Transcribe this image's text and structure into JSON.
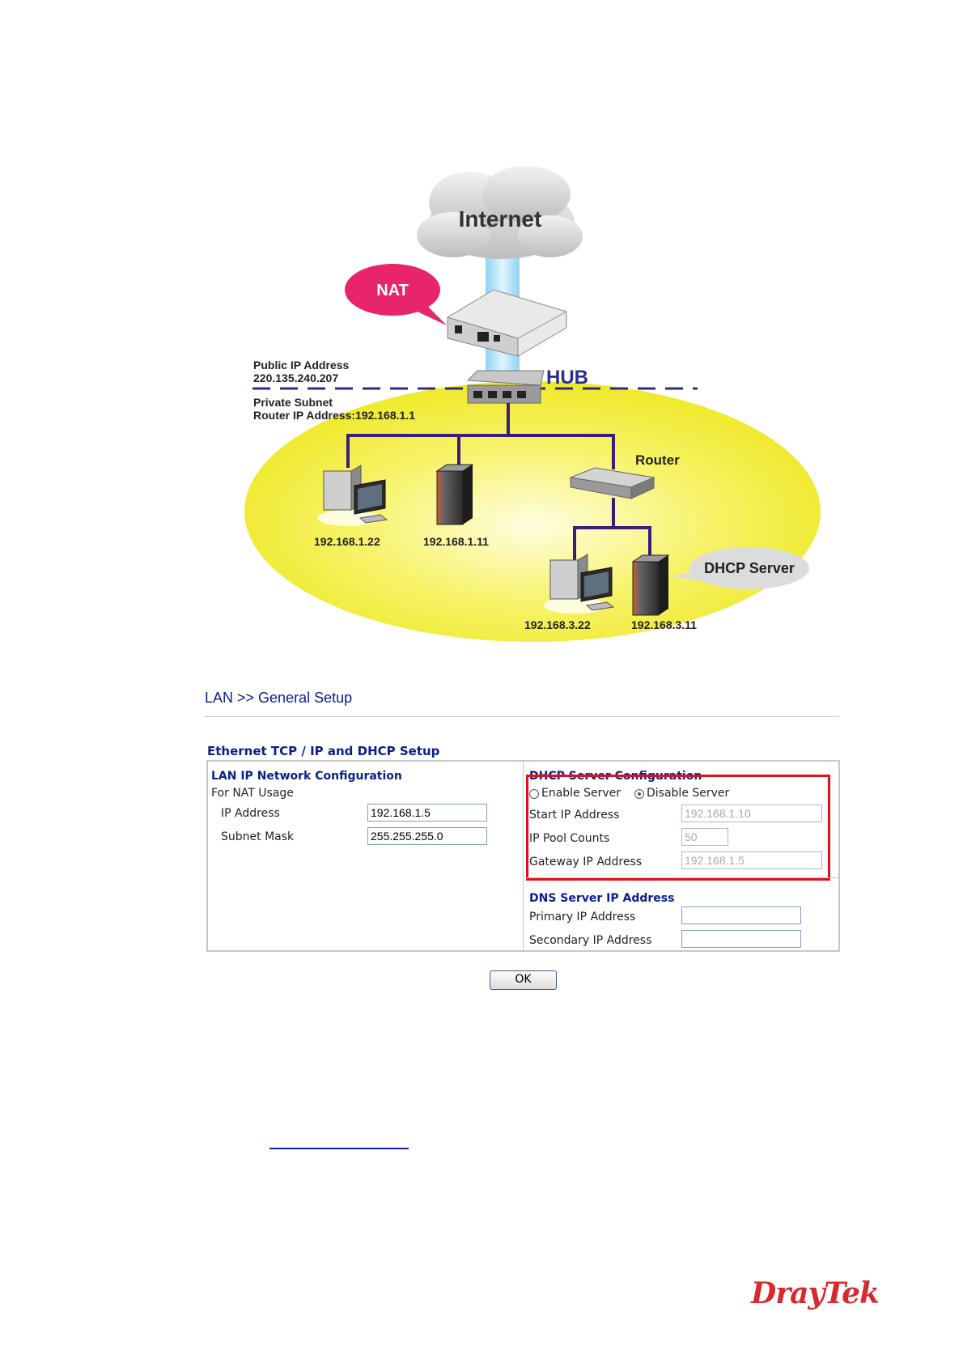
{
  "diagram": {
    "internet": "Internet",
    "nat": "NAT",
    "hub": "HUB",
    "public_ip_line1": "Public IP Address",
    "public_ip_line2": "220.135.240.207",
    "private_line1": "Private Subnet",
    "private_line2": "Router IP Address:192.168.1.1",
    "router": "Router",
    "dhcp_server": "DHCP Server",
    "host_1": "192.168.1.22",
    "host_2": "192.168.1.11",
    "host_3": "192.168.3.22",
    "host_4": "192.168.3.11",
    "colors": {
      "ellipse": "#f2ee3a",
      "cable": "#3a1f7a",
      "nat_bubble": "#e8246a",
      "hub_text": "#2c2c8c"
    }
  },
  "page": {
    "breadcrumb": "LAN >> General Setup",
    "section_title": "Ethernet TCP / IP and DHCP Setup"
  },
  "lan": {
    "heading": "LAN IP Network Configuration",
    "usage": "For NAT Usage",
    "ip_label": "IP Address",
    "ip_value": "192.168.1.5",
    "mask_label": "Subnet Mask",
    "mask_value": "255.255.255.0"
  },
  "dhcp": {
    "heading": "DHCP Server Configuration",
    "enable_label": "Enable Server",
    "disable_label": "Disable Server",
    "selected": "Disable Server",
    "start_label": "Start IP Address",
    "start_value": "192.168.1.10",
    "pool_label": "IP Pool Counts",
    "pool_value": "50",
    "gateway_label": "Gateway IP Address",
    "gateway_value": "192.168.1.5",
    "highlight_color": "#e0101c"
  },
  "dns": {
    "heading": "DNS Server IP Address",
    "primary_label": "Primary IP Address",
    "primary_value": "",
    "secondary_label": "Secondary IP Address",
    "secondary_value": ""
  },
  "ok_label": "OK",
  "logo_text": "DrayTek"
}
